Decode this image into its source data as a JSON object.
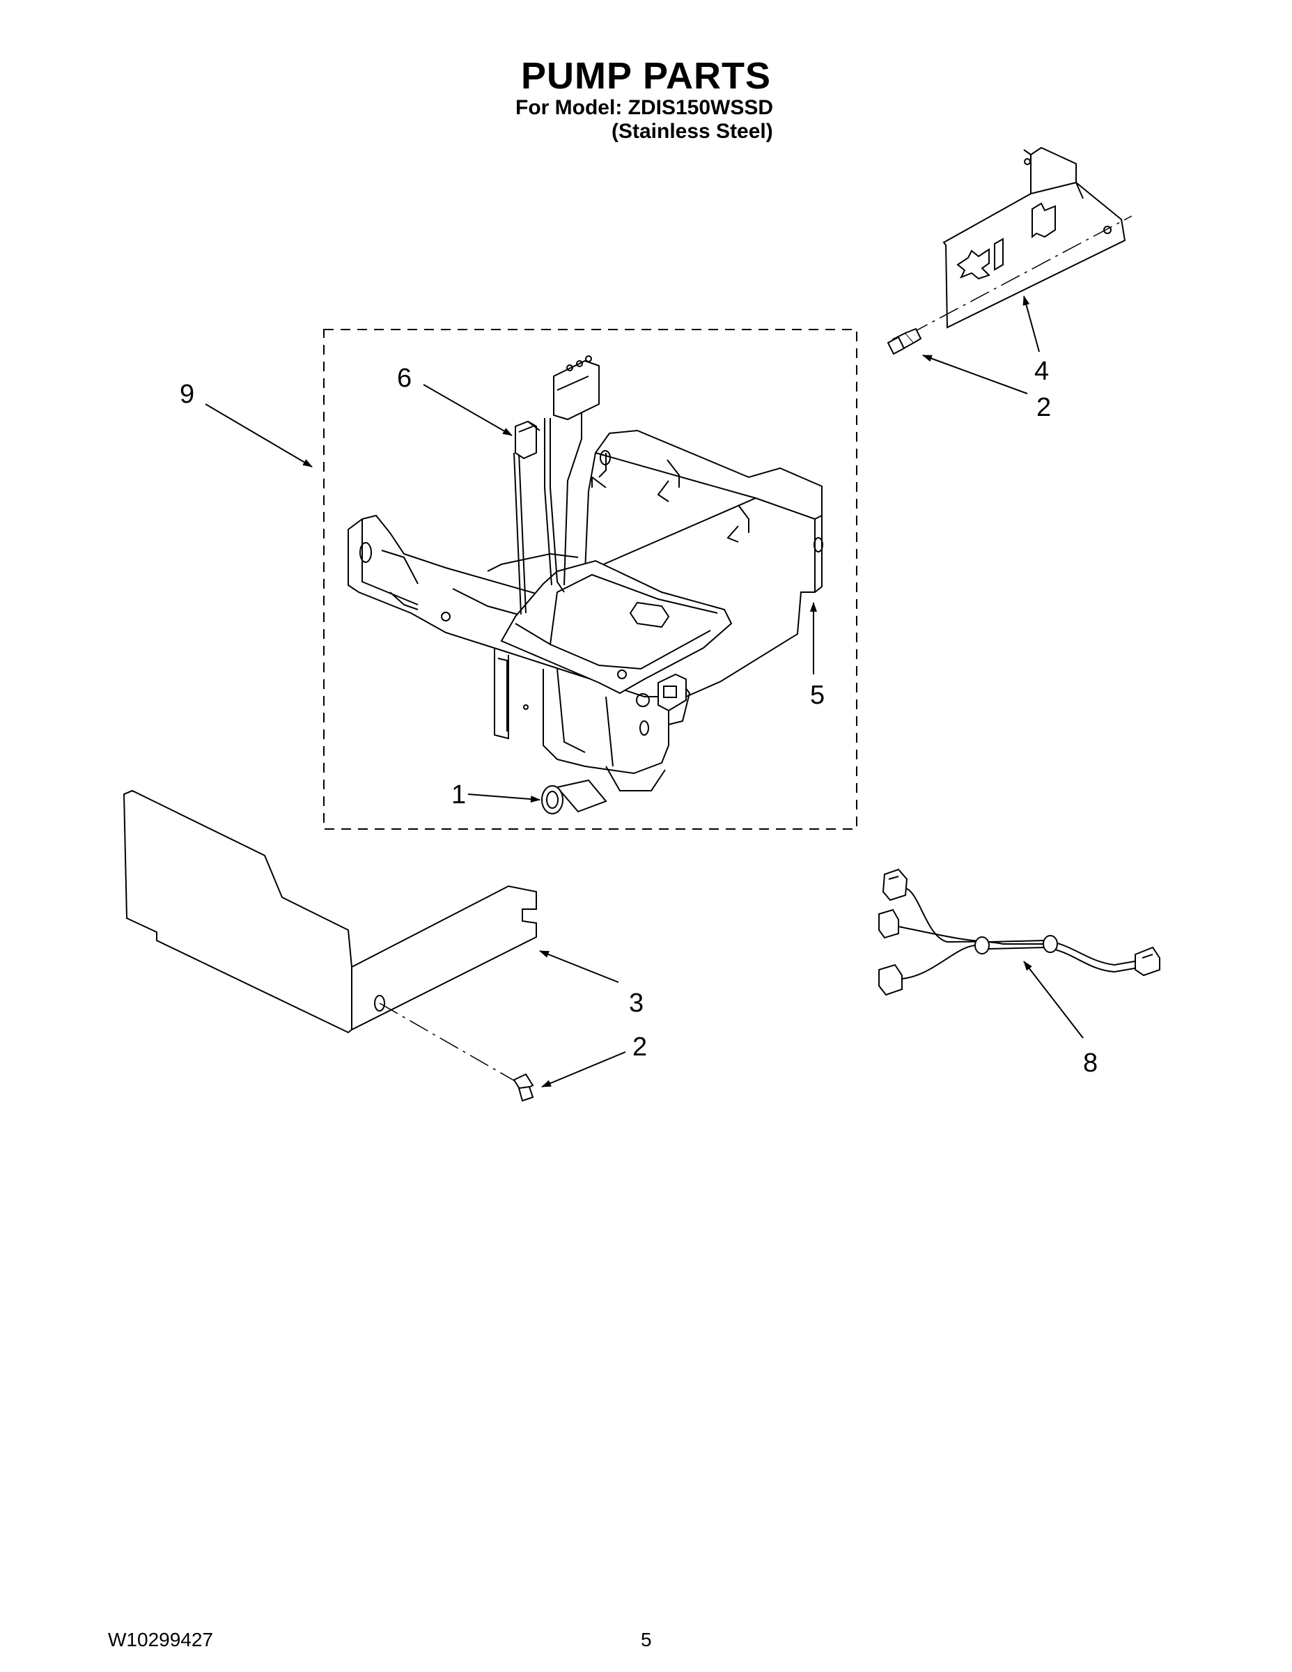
{
  "header": {
    "title": "PUMP PARTS",
    "model_line": "For Model: ZDIS150WSSD",
    "finish_line": "(Stainless Steel)"
  },
  "callouts": {
    "c1": "1",
    "c2a": "2",
    "c2b": "2",
    "c3": "3",
    "c4": "4",
    "c5": "5",
    "c6": "6",
    "c8": "8",
    "c9": "9"
  },
  "footer": {
    "doc_number": "W10299427",
    "page_number": "5"
  }
}
